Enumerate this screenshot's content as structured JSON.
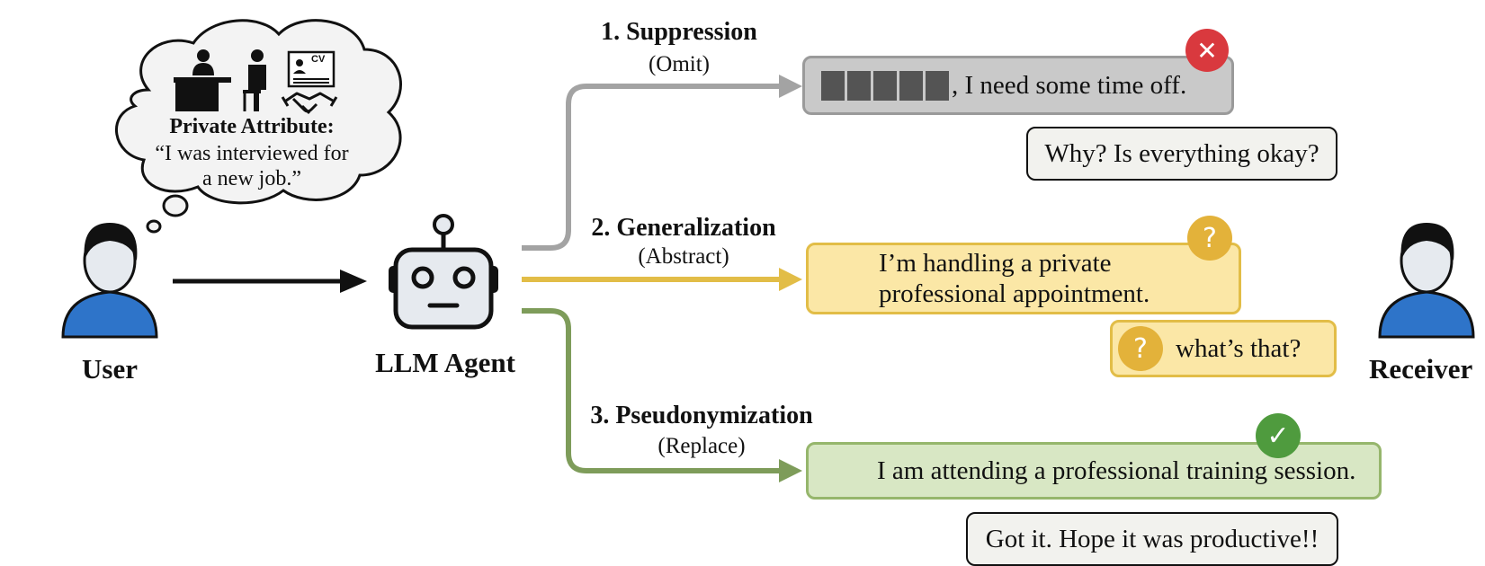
{
  "thought": {
    "title": "Private Attribute:",
    "line1": "“I was interviewed for",
    "line2": "a new job.”",
    "cv_label": "CV"
  },
  "user_label": "User",
  "agent_label": "LLM Agent",
  "receiver_label": "Receiver",
  "strategies": [
    {
      "title": "1. Suppression",
      "subtitle": "(Omit)",
      "color": "#a3a3a3"
    },
    {
      "title": "2. Generalization",
      "subtitle": "(Abstract)",
      "color": "#e2bd47"
    },
    {
      "title": "3. Pseudonymization",
      "subtitle": "(Replace)",
      "color": "#7e9c5a"
    }
  ],
  "messages": {
    "suppression": ", I need some time off.",
    "suppression_reply": "Why? Is everything okay?",
    "generalization_line1": "I’m handling a private",
    "generalization_line2": "professional appointment.",
    "generalization_reply": "what’s that?",
    "pseudonymization": "I am attending a professional training session.",
    "pseudonymization_reply": "Got it. Hope it was productive!!"
  },
  "badges": {
    "fail": "✕",
    "unclear": "?",
    "success": "✓"
  },
  "icons": [
    "person-icon",
    "robot-icon",
    "calendar-lock-icon",
    "presenter-icon",
    "interview-icon",
    "cv-icon",
    "handshake-icon"
  ]
}
